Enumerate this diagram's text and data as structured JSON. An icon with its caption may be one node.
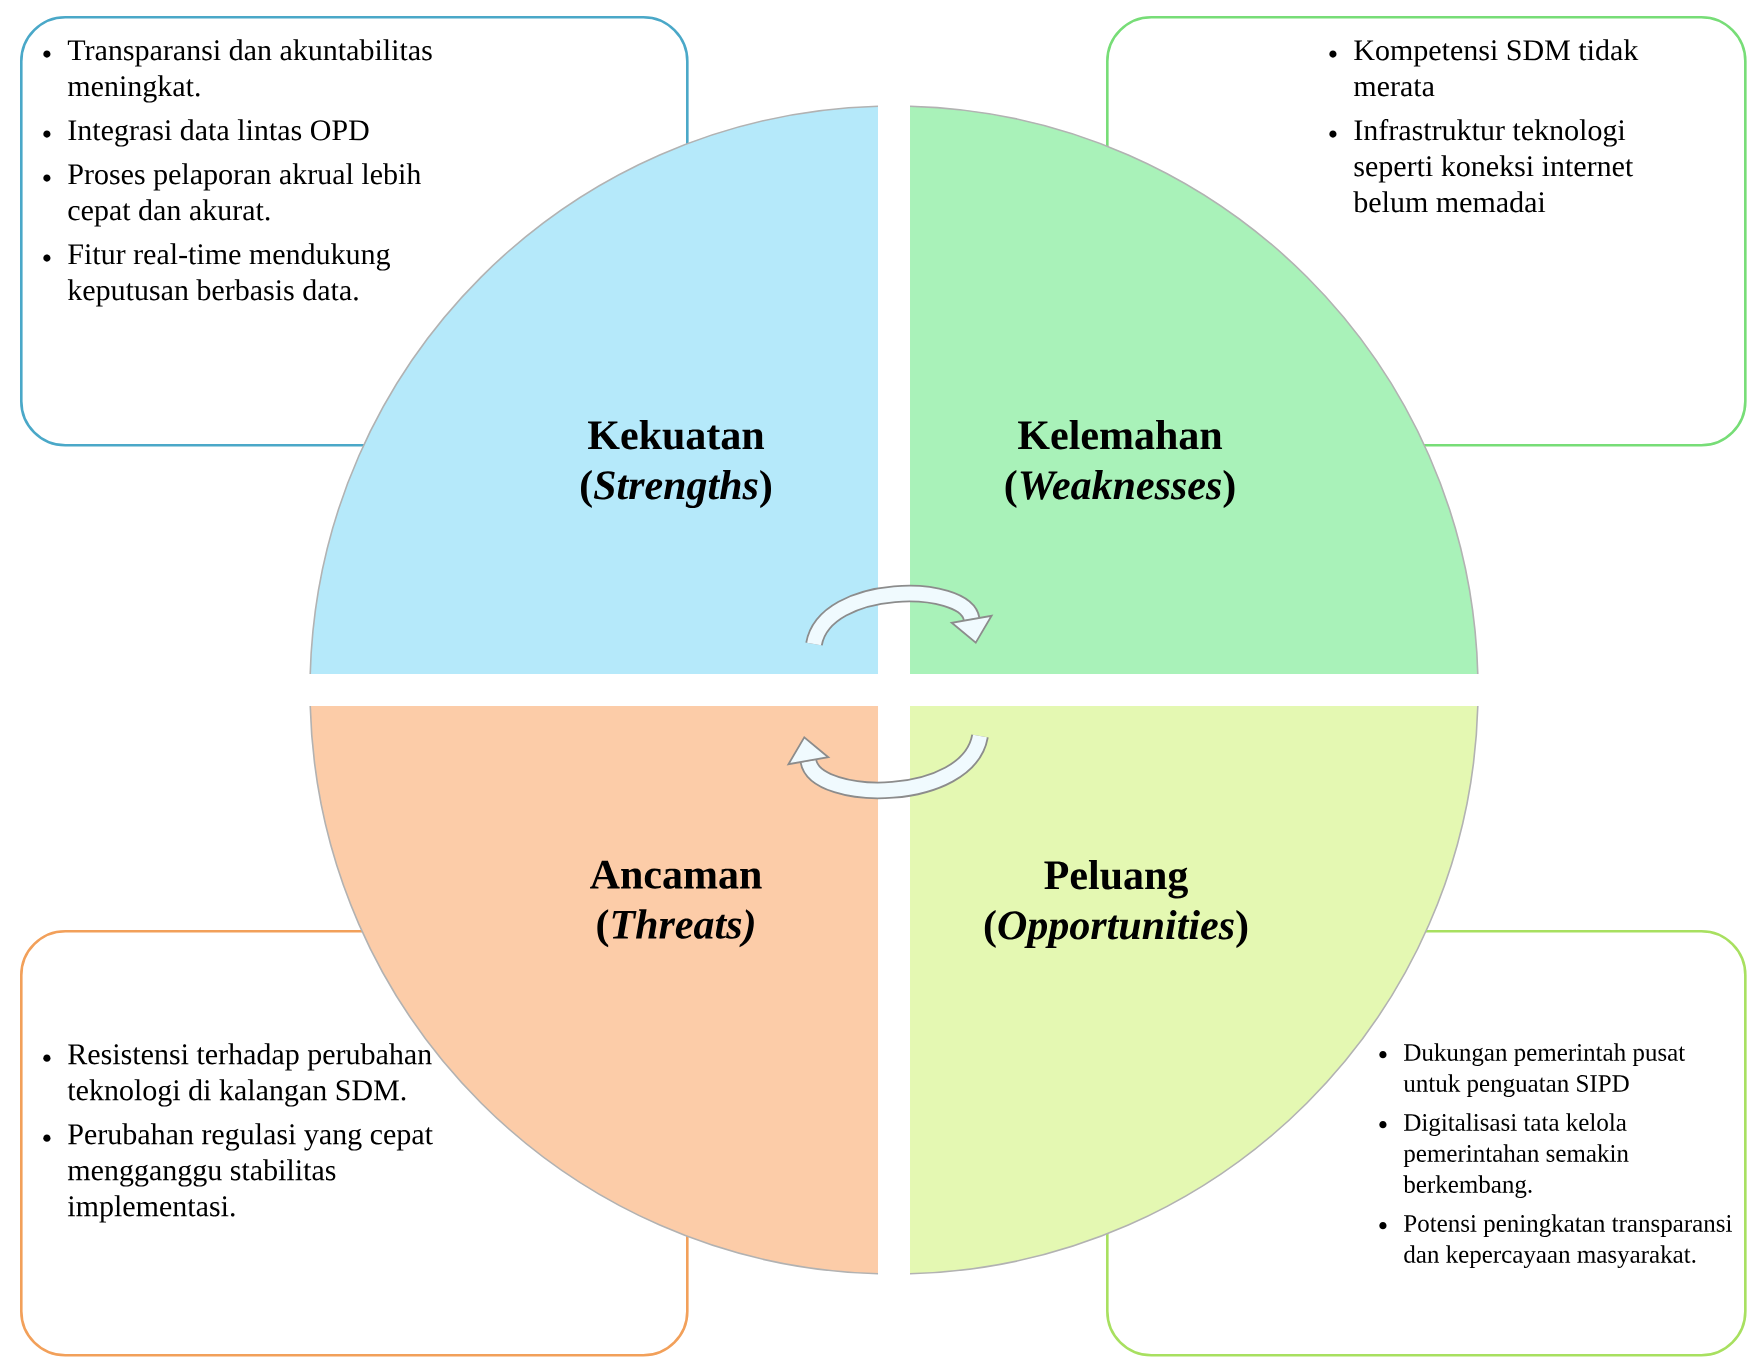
{
  "diagram": {
    "nodes": [
      {
        "text": [
          "Transparansi dan akuntabilitas meningkat.",
          "Integrasi data lintas OPD",
          "Proses pelaporan akrual lebih cepat dan akurat.",
          "Fitur real-time mendukung keputusan berbasis data."
        ]
      },
      {
        "text": [
          "Kompetensi SDM tidak merata",
          "Infrastruktur teknologi seperti koneksi internet belum memadai"
        ]
      },
      {
        "text": [
          "Kekuatan (*Strengths*)"
        ]
      },
      {
        "text": [
          "Kelemahan (*Weaknesses*)"
        ]
      },
      {
        "text": [
          "Ancaman (*Threats)*"
        ]
      },
      {
        "text": [
          "Peluang (*Opportunities*)"
        ]
      },
      {
        "text": [
          "Resistensi terhadap perubahan teknologi di kalangan SDM.",
          "Perubahan regulasi yang cepat mengganggu stabilitas implementasi."
        ]
      },
      {
        "text": [
          "Dukungan pemerintah pusat untuk penguatan SIPD",
          "Digitalisasi tata kelola pemerintahan semakin berkembang.",
          "Potensi peningkatan transparansi dan kepercayaan masyarakat."
        ]
      }
    ],
    "edges": [
      {
        "from": 2,
        "to": 3,
        "arrow": "to"
      },
      {
        "from": 5,
        "to": 4,
        "arrow": "to"
      }
    ]
  }
}
